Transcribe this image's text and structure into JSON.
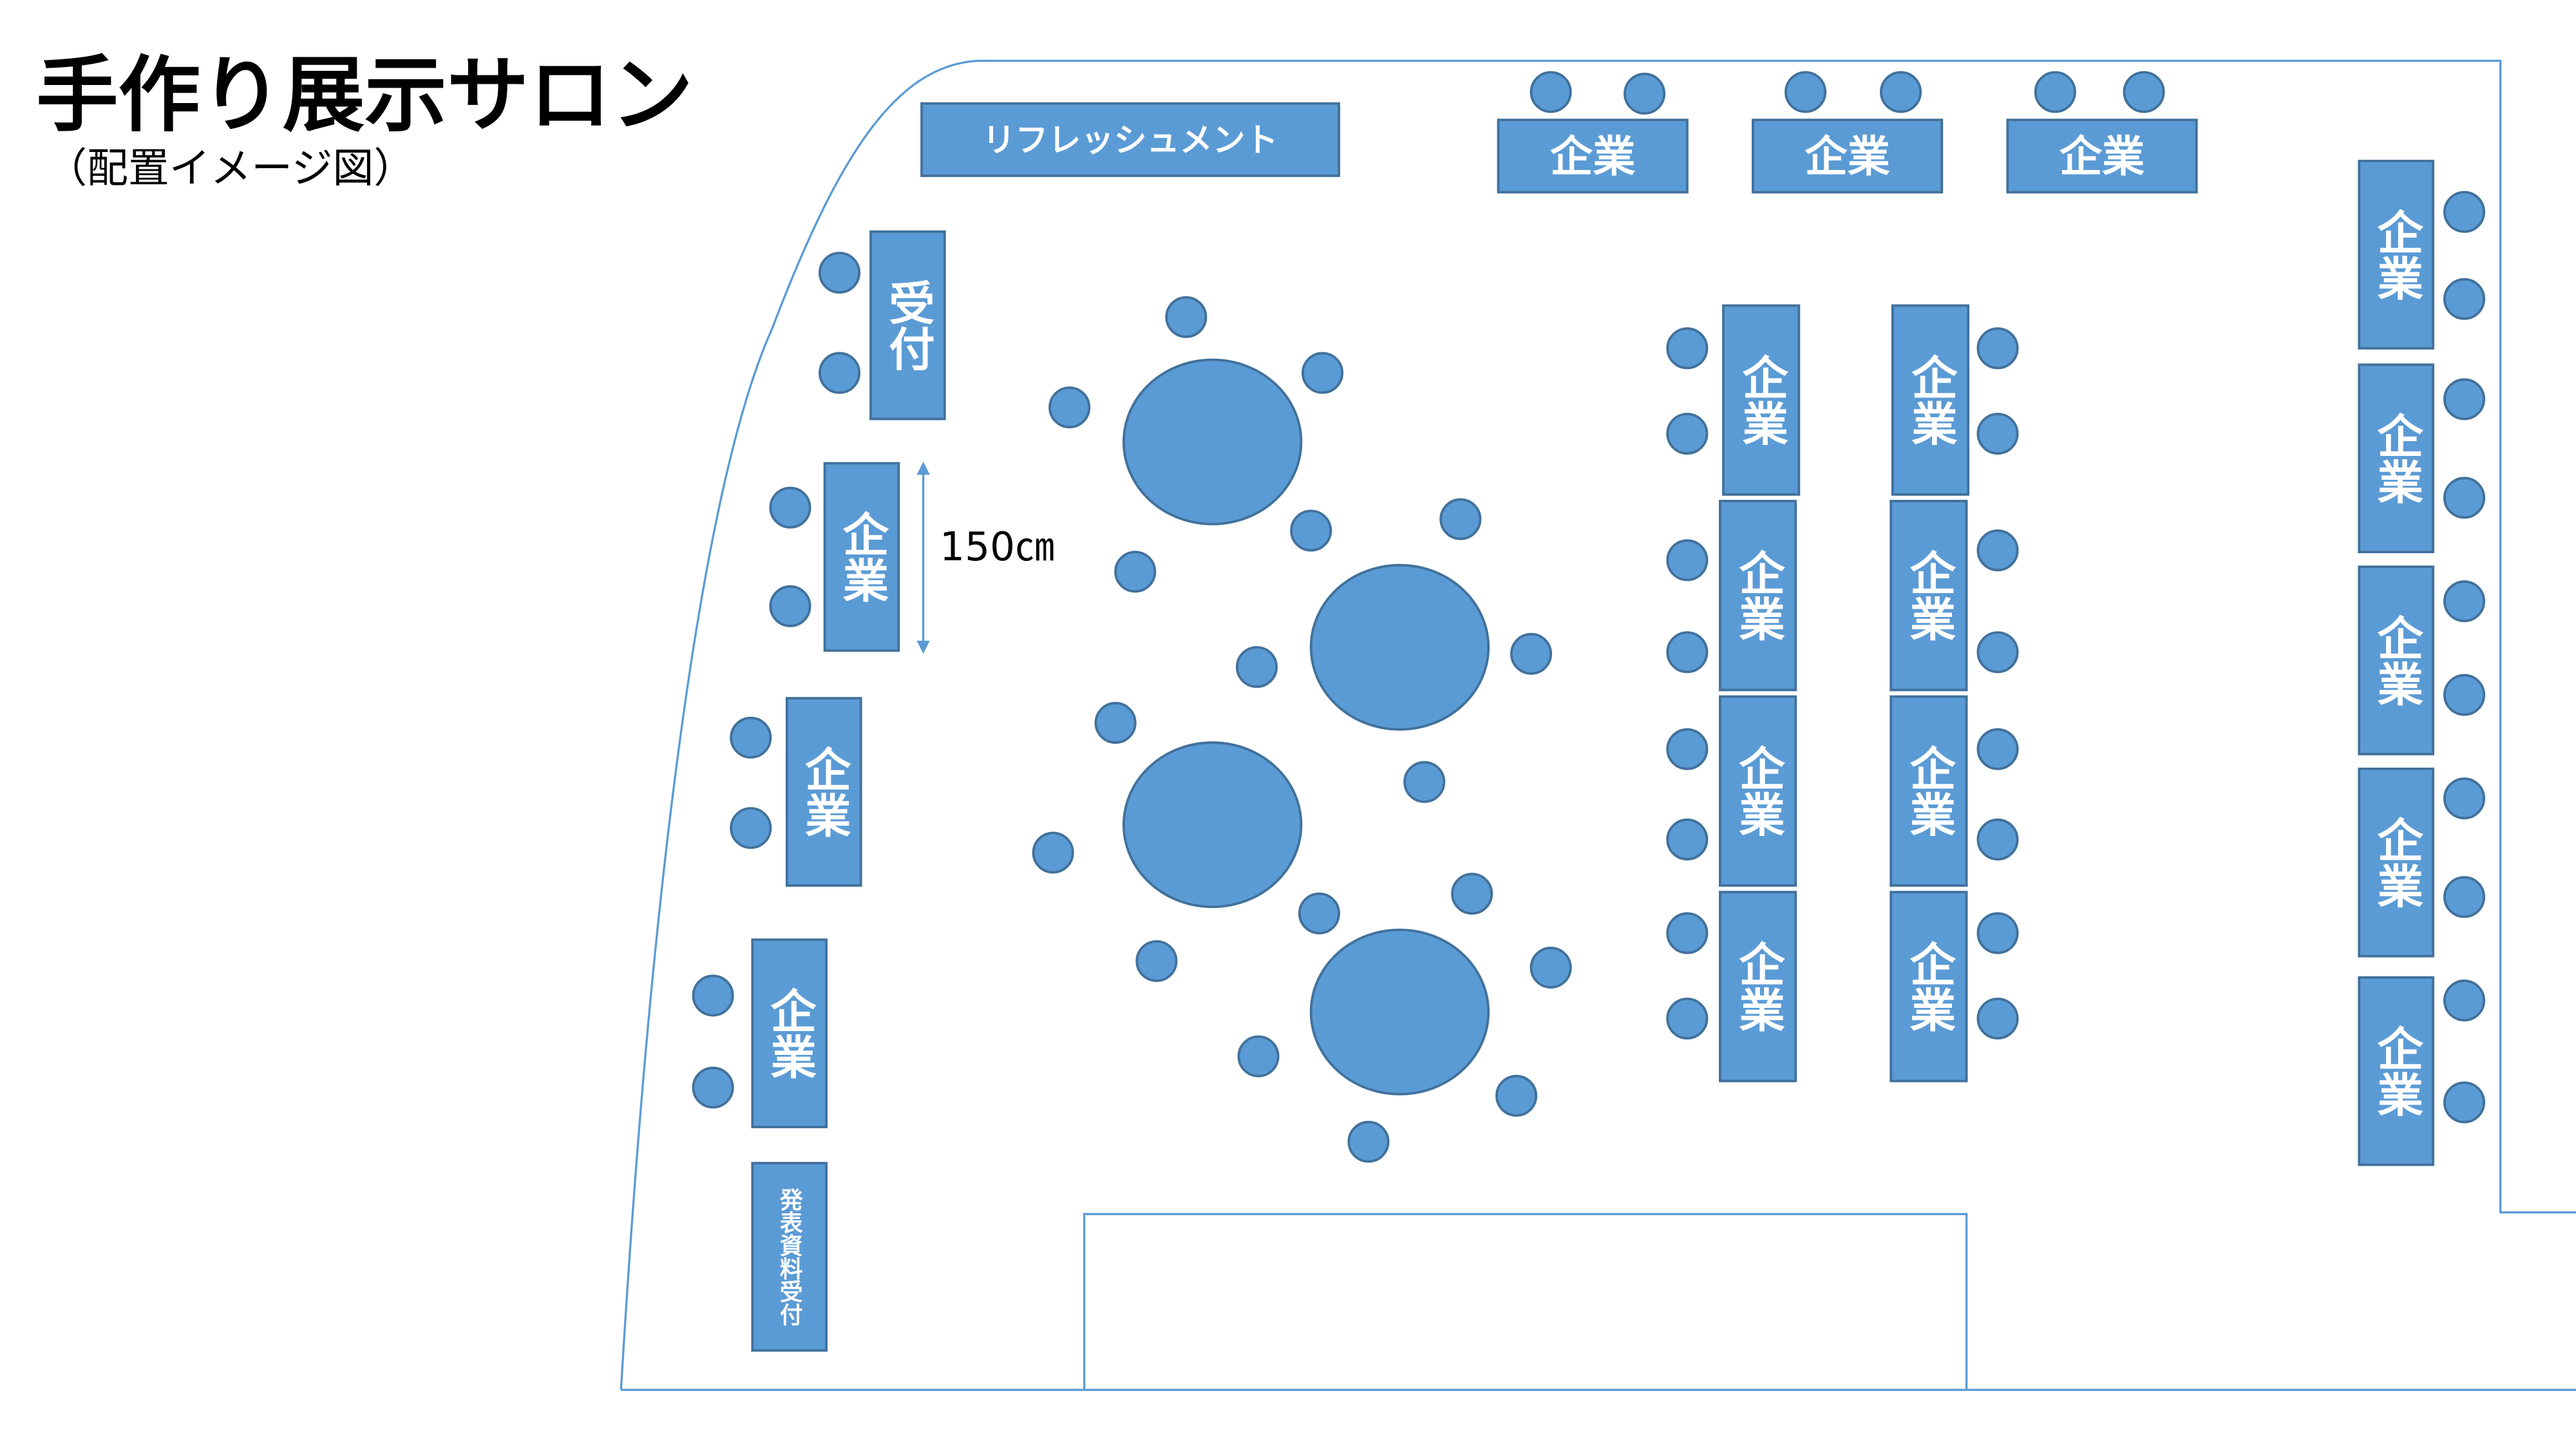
{
  "header": {
    "title": "手作り展示サロン",
    "subtitle": "（配置イメージ図）"
  },
  "dimension_label": "150㎝",
  "areas": {
    "refreshment": "リフレッシュメント",
    "reception": "受付",
    "presentation_desk": "発表資料受付"
  },
  "booths": {
    "top": [
      "企業",
      "企業",
      "企業"
    ],
    "left": [
      "企業",
      "企業",
      "企業"
    ],
    "center_col1": [
      "企業",
      "企業",
      "企業",
      "企業"
    ],
    "center_col2": [
      "企業",
      "企業",
      "企業",
      "企業"
    ],
    "right": [
      "企業",
      "企業",
      "企業",
      "企業",
      "企業"
    ]
  },
  "colors": {
    "fill": "#5B9BD5",
    "stroke": "#41719C",
    "outline": "#5B9BD5"
  }
}
